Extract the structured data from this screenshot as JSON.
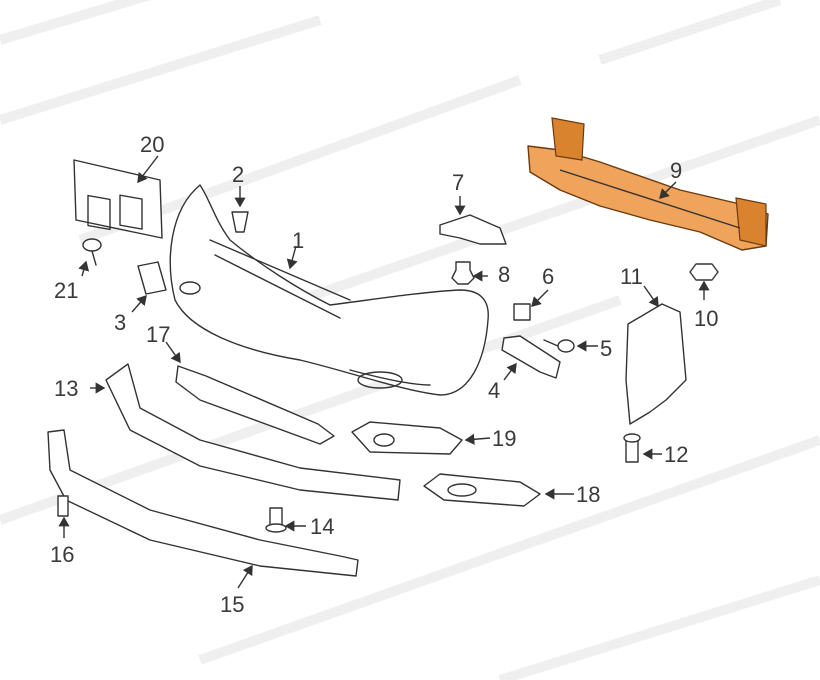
{
  "diagram": {
    "highlight_color": "#f0a35a",
    "callouts": [
      {
        "id": "1",
        "text": "1"
      },
      {
        "id": "2",
        "text": "2"
      },
      {
        "id": "3",
        "text": "3"
      },
      {
        "id": "4",
        "text": "4"
      },
      {
        "id": "5",
        "text": "5"
      },
      {
        "id": "6",
        "text": "6"
      },
      {
        "id": "7",
        "text": "7"
      },
      {
        "id": "8",
        "text": "8"
      },
      {
        "id": "9",
        "text": "9"
      },
      {
        "id": "10",
        "text": "10"
      },
      {
        "id": "11",
        "text": "11"
      },
      {
        "id": "12",
        "text": "12"
      },
      {
        "id": "13",
        "text": "13"
      },
      {
        "id": "14",
        "text": "14"
      },
      {
        "id": "15",
        "text": "15"
      },
      {
        "id": "16",
        "text": "16"
      },
      {
        "id": "17",
        "text": "17"
      },
      {
        "id": "18",
        "text": "18"
      },
      {
        "id": "19",
        "text": "19"
      },
      {
        "id": "20",
        "text": "20"
      },
      {
        "id": "21",
        "text": "21"
      }
    ]
  }
}
